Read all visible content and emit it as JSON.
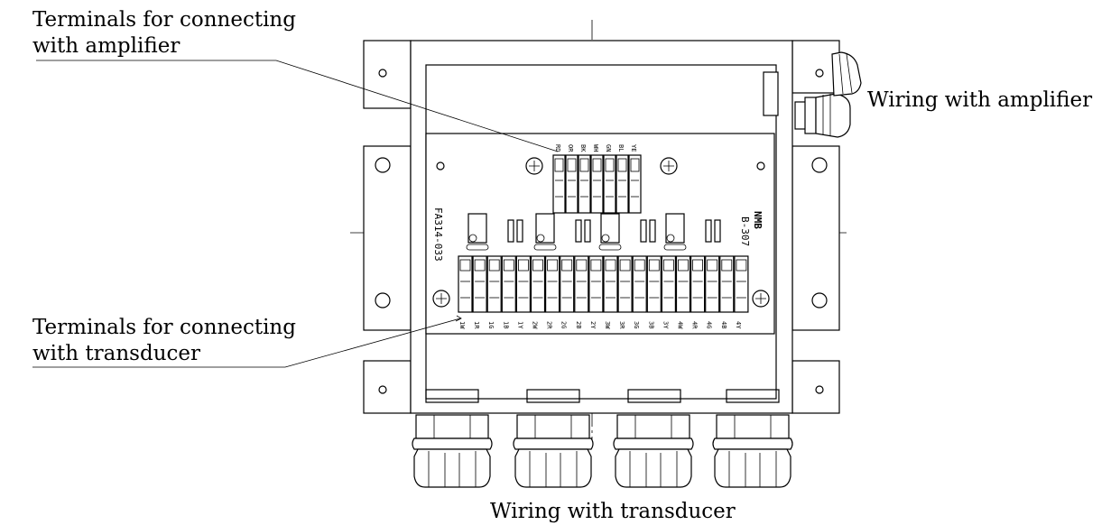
{
  "callouts": {
    "amp_terminals": [
      "Terminals for connecting",
      "with amplifier"
    ],
    "transducer_terminals": [
      "Terminals for connecting",
      "with transducer"
    ],
    "amp_wiring": "Wiring with amplifier",
    "transducer_wiring": "Wiring with transducer"
  },
  "board": {
    "part_number": "FA314-033",
    "brand": "NMB",
    "model": "B-307",
    "amp_terminal_labels": [
      "RD",
      "OR",
      "BK",
      "WH",
      "GN",
      "BL",
      "YE"
    ],
    "transducer_terminal_labels": [
      "1W",
      "1R",
      "1G",
      "1B",
      "1Y",
      "2W",
      "2R",
      "2G",
      "2B",
      "2Y",
      "3W",
      "3R",
      "3G",
      "3B",
      "3Y",
      "4W",
      "4R",
      "4G",
      "4B",
      "4Y"
    ]
  }
}
